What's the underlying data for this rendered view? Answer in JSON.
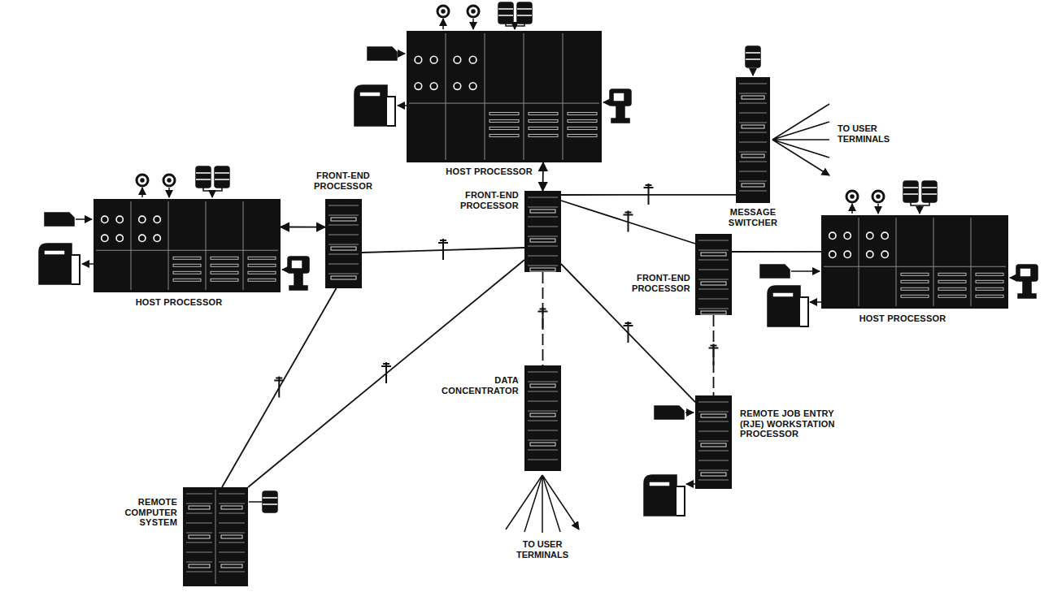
{
  "diagram": {
    "nodes": [
      {
        "text": [
          "HOST PROCESSOR"
        ]
      },
      {
        "text": [
          "FRONT-END PROCESSOR"
        ]
      },
      {
        "text": [
          "MESSAGE SWITCHER"
        ]
      },
      {
        "text": [
          "HOST PROCESSOR"
        ]
      },
      {
        "text": [
          "FRONT-END PROCESSOR"
        ]
      },
      {
        "text": [
          "FRONT-END PROCESSOR"
        ]
      },
      {
        "text": [
          "HOST PROCESSOR"
        ]
      },
      {
        "text": [
          "DATA CONCENTRATOR"
        ]
      },
      {
        "text": [
          "REMOTE COMPUTER SYSTEM"
        ]
      },
      {
        "text": [
          "REMOTE JOB ENTRY (RJE) WORKSTATION PROCESSOR"
        ]
      }
    ],
    "edges": [
      {
        "from": 0,
        "to": 1,
        "arrow": "both"
      },
      {
        "from": 1,
        "to": 2,
        "arrow": "none"
      },
      {
        "from": 3,
        "to": 4,
        "arrow": "both"
      },
      {
        "from": 4,
        "to": 1,
        "arrow": "none"
      },
      {
        "from": 4,
        "to": 8,
        "arrow": "none"
      },
      {
        "from": 8,
        "to": 1,
        "arrow": "none"
      },
      {
        "from": 1,
        "to": 7,
        "arrow": "none"
      },
      {
        "from": 1,
        "to": 5,
        "arrow": "none"
      },
      {
        "from": 1,
        "to": 9,
        "arrow": "none"
      },
      {
        "from": 5,
        "to": 6,
        "arrow": "none"
      },
      {
        "from": 5,
        "to": 9,
        "arrow": "none"
      }
    ],
    "labels": [
      "TO USER TERMINALS",
      "TO USER TERMINALS"
    ]
  }
}
